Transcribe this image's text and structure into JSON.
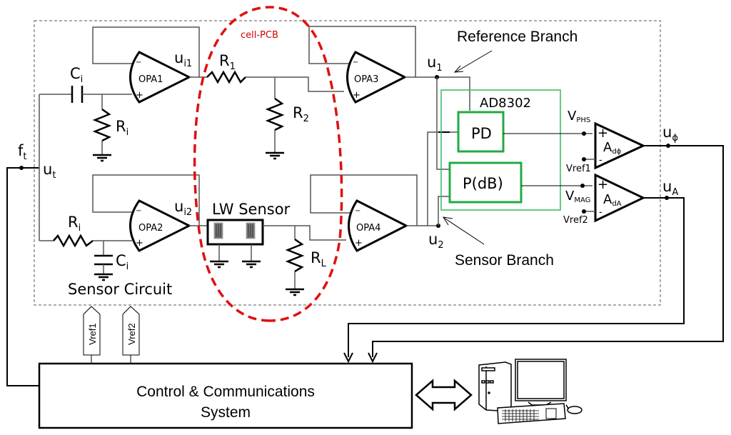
{
  "colors": {
    "cell_pcb_outline": "#e01010",
    "cell_pcb_label": "#d40000",
    "ad8302_outer": "#33bb55",
    "ad8302_blocks": "#22aa44",
    "wires": "#555555",
    "frame": "#555555"
  },
  "labels": {
    "cell_pcb": "cell-PCB",
    "reference_branch": "Reference Branch",
    "sensor_branch": "Sensor Branch",
    "sensor_circuit": "Sensor Circuit",
    "ad8302": "AD8302",
    "lw_sensor": "LW Sensor",
    "control_line1": "Control & Communications",
    "control_line2": "System"
  },
  "opamps": [
    {
      "id": "opa1",
      "label": "OPA1"
    },
    {
      "id": "opa2",
      "label": "OPA2"
    },
    {
      "id": "opa3",
      "label": "OPA3"
    },
    {
      "id": "opa4",
      "label": "OPA4"
    }
  ],
  "blocks": {
    "pd": "PD",
    "pdb": "P(dB)"
  },
  "components": {
    "ci_top": {
      "main": "C",
      "sub": "i"
    },
    "ri_top": {
      "main": "R",
      "sub": "i"
    },
    "ri_bottom": {
      "main": "R",
      "sub": "i"
    },
    "ci_bottom": {
      "main": "C",
      "sub": "i"
    },
    "r1": {
      "main": "R",
      "sub": "1"
    },
    "r2": {
      "main": "R",
      "sub": "2"
    },
    "rl": {
      "main": "R",
      "sub": "L"
    }
  },
  "nodes": {
    "ft": {
      "main": "f",
      "sub": "t"
    },
    "ut": {
      "main": "u",
      "sub": "t"
    },
    "ui1": {
      "main": "u",
      "sub": "i1"
    },
    "ui2": {
      "main": "u",
      "sub": "i2"
    },
    "u1": {
      "main": "u",
      "sub": "1"
    },
    "u2": {
      "main": "u",
      "sub": "2"
    },
    "uphi": {
      "main": "u",
      "sub": "ϕ"
    },
    "ua": {
      "main": "u",
      "sub": "A"
    },
    "vphs": {
      "main": "V",
      "sub": "PHS"
    },
    "vmag": {
      "main": "V",
      "sub": "MAG"
    },
    "vref1": "Vref1",
    "vref2": "Vref2"
  },
  "amplifiers": {
    "adphi": {
      "main": "A",
      "sub": "dϕ"
    },
    "ada": {
      "main": "A",
      "sub": "dA"
    }
  },
  "pins": {
    "plus": "+",
    "minus": "−",
    "minus_short": "-"
  },
  "connectors": [
    {
      "label": "Vref1"
    },
    {
      "label": "Vref2"
    }
  ]
}
